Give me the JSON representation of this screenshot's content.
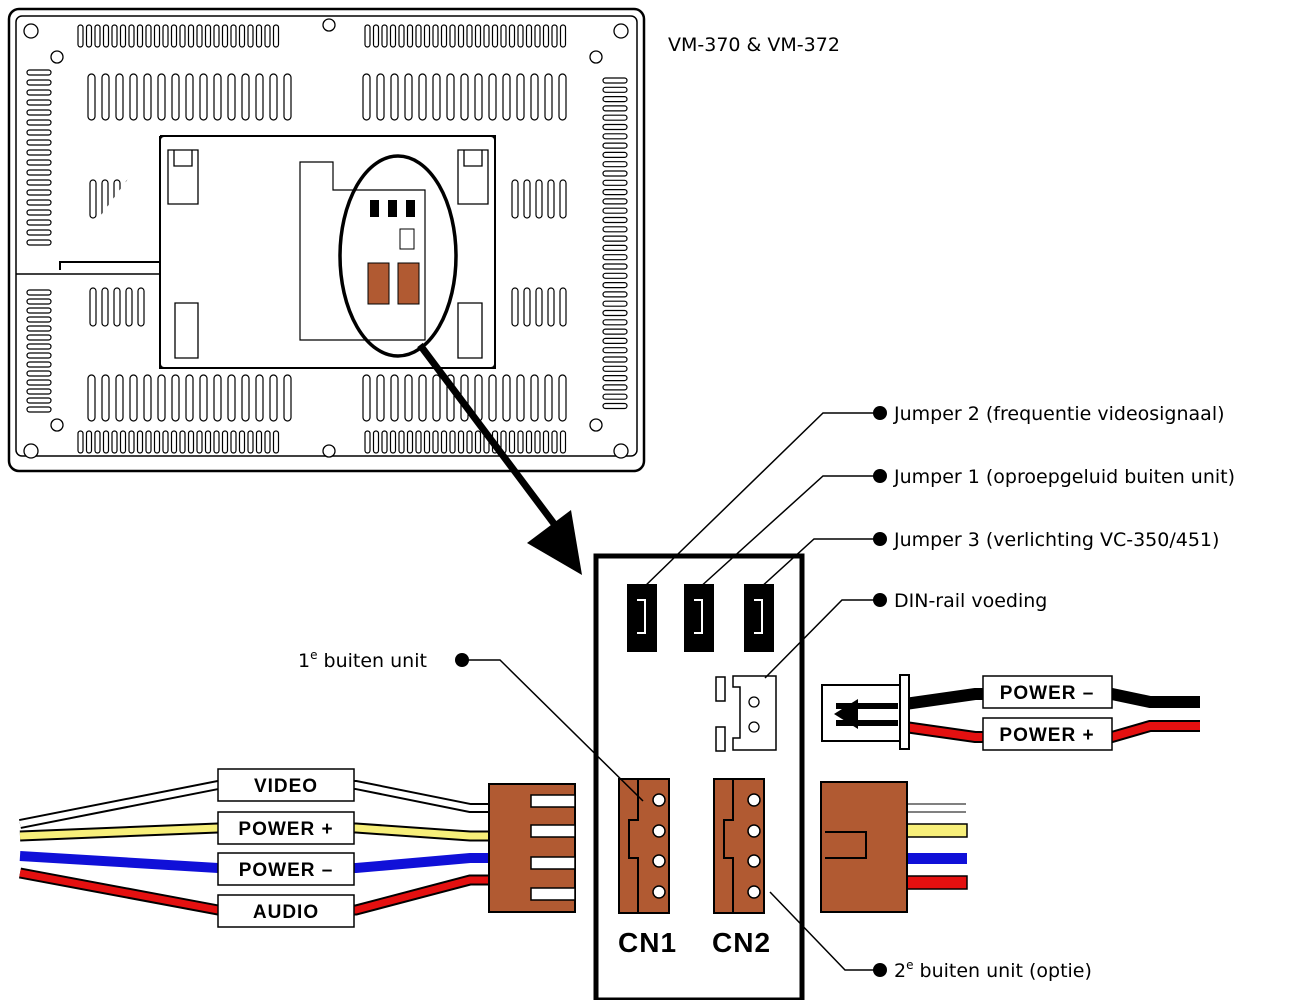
{
  "title": "VM-370 & VM-372",
  "callouts": {
    "jumper2": "Jumper 2 (frequentie videosignaal)",
    "jumper1": "Jumper 1 (oproepgeluid buiten unit)",
    "jumper3": "Jumper 3 (verlichting VC-350/451)",
    "din_rail": "DIN-rail voeding",
    "outdoor1_prefix": "1",
    "outdoor1_suffix": " buiten unit",
    "outdoor2_prefix": "2",
    "outdoor2_suffix": " buiten unit (optie)",
    "superscript": "e"
  },
  "connectors": {
    "cn1": "CN1",
    "cn2": "CN2"
  },
  "wires_left": [
    "VIDEO",
    "POWER +",
    "POWER –",
    "AUDIO"
  ],
  "wires_right": [
    "POWER –",
    "POWER +"
  ],
  "colors": {
    "connector_brown": "#b15a32",
    "wire_white": "#ffffff",
    "wire_yellow": "#f7ef7a",
    "wire_blue": "#1010d8",
    "wire_red": "#e41010",
    "wire_black": "#000000"
  }
}
